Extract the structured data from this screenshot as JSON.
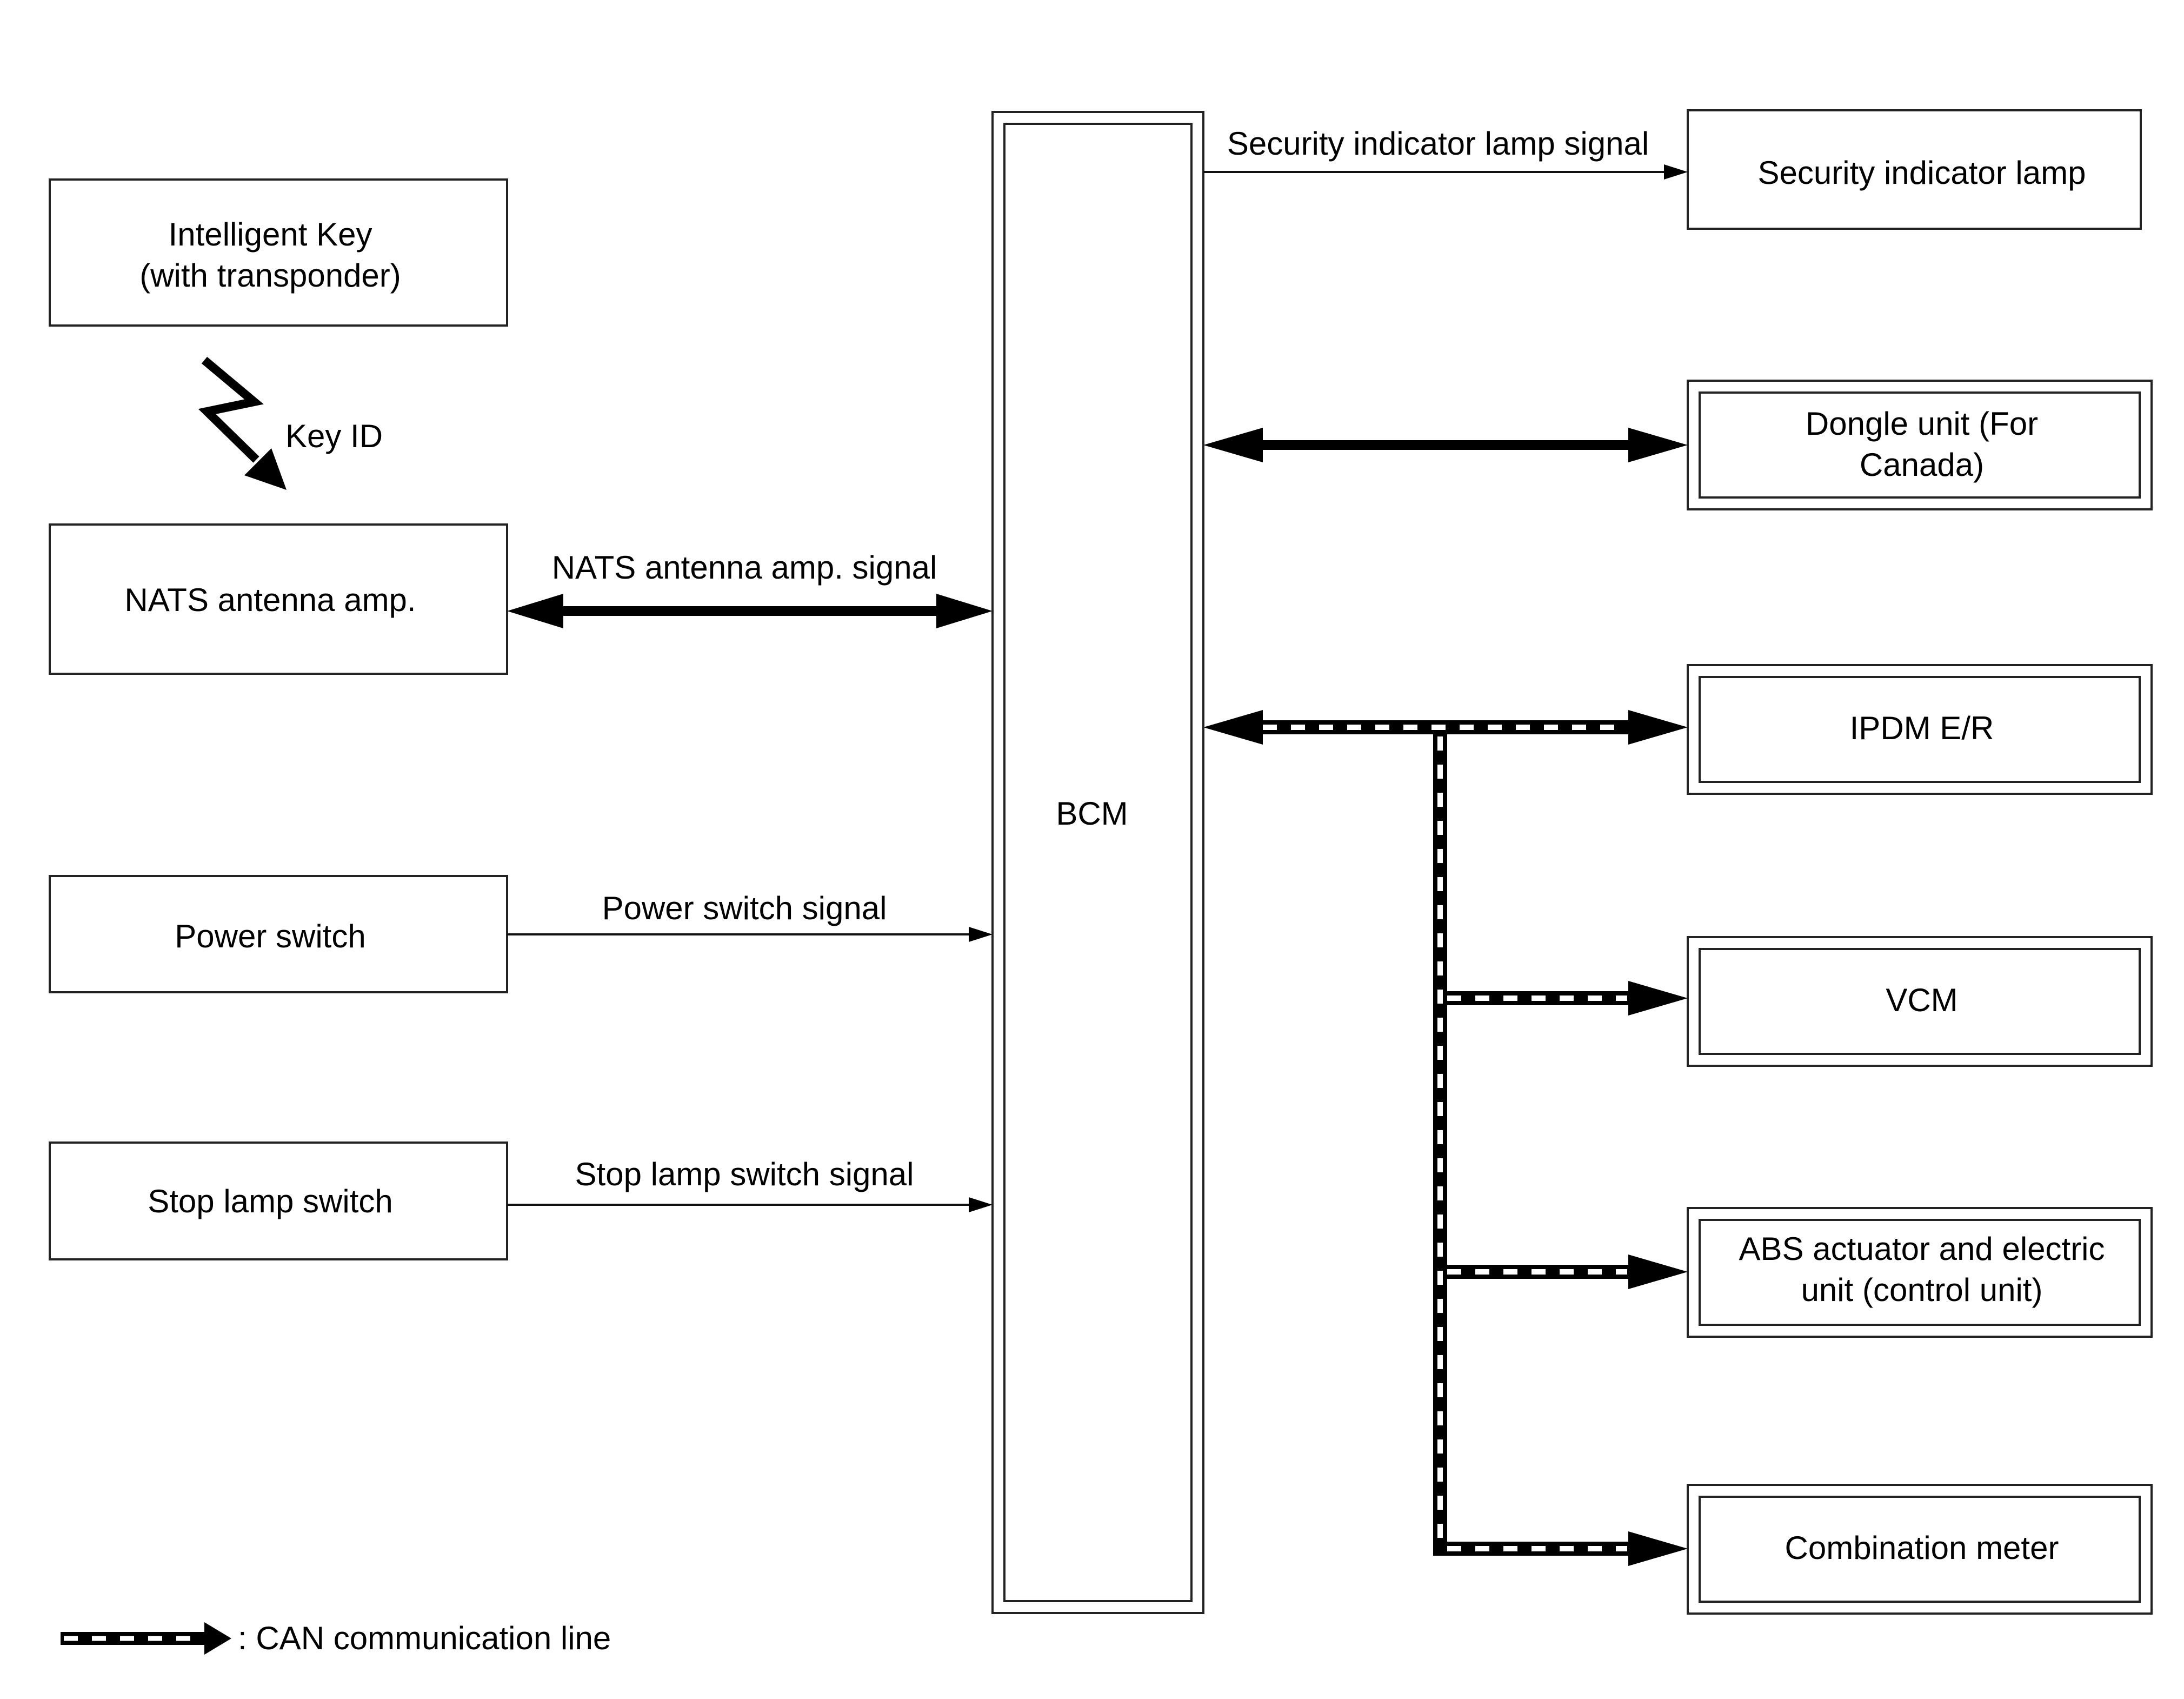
{
  "blocks": {
    "intelligent_key": {
      "line1": "Intelligent Key",
      "line2": "(with transponder)"
    },
    "nats_amp": "NATS antenna amp.",
    "power_switch": "Power switch",
    "stop_lamp_switch": "Stop lamp switch",
    "bcm": "BCM",
    "security_lamp": "Security indicator lamp",
    "dongle": {
      "line1": "Dongle unit (For",
      "line2": "Canada)"
    },
    "ipdm": "IPDM E/R",
    "vcm": "VCM",
    "abs": {
      "line1": "ABS actuator and electric",
      "line2": "unit (control unit)"
    },
    "combination_meter": "Combination meter"
  },
  "signals": {
    "key_id": "Key ID",
    "nats_signal": "NATS antenna amp. signal",
    "power_signal": "Power switch signal",
    "stop_signal": "Stop lamp switch signal",
    "security_signal": "Security indicator lamp signal"
  },
  "legend": {
    "can_line": ": CAN communication line"
  }
}
